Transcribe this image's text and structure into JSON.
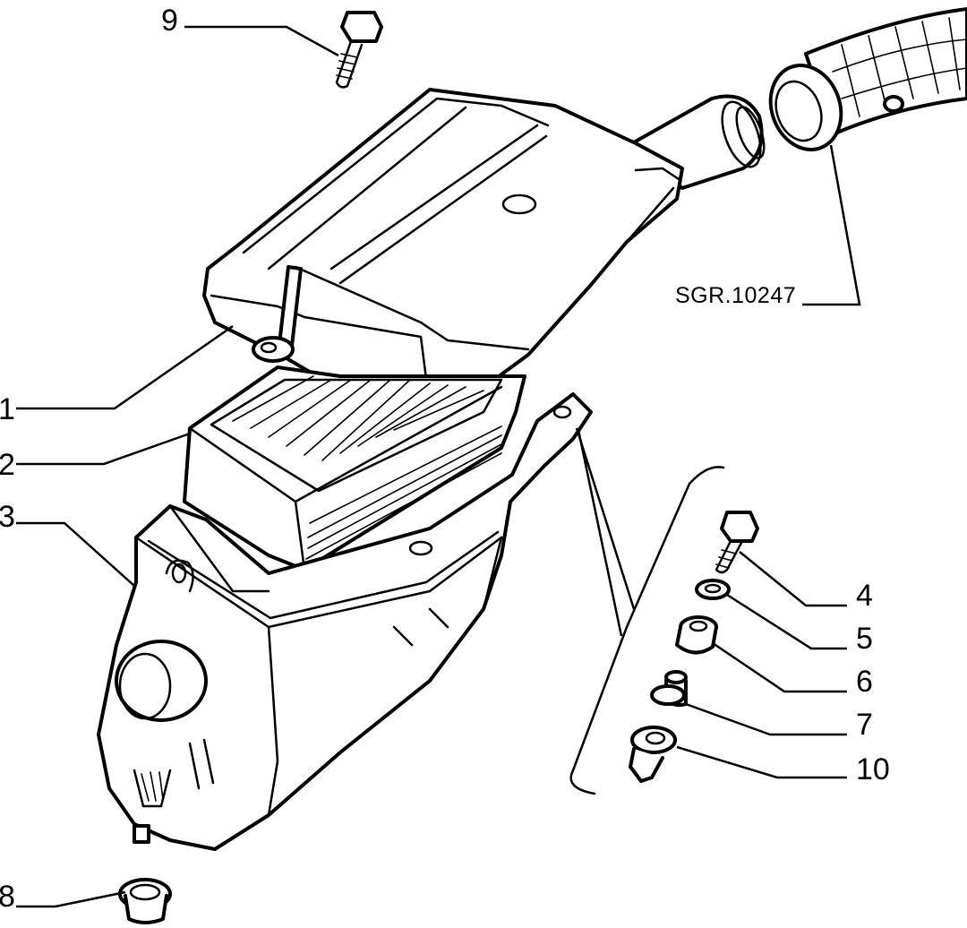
{
  "drawing": {
    "reference": "SGR.10247"
  },
  "callouts": [
    {
      "id": "1",
      "label": "1"
    },
    {
      "id": "2",
      "label": "2"
    },
    {
      "id": "3",
      "label": "3"
    },
    {
      "id": "4",
      "label": "4"
    },
    {
      "id": "5",
      "label": "5"
    },
    {
      "id": "6",
      "label": "6"
    },
    {
      "id": "7",
      "label": "7"
    },
    {
      "id": "8",
      "label": "8"
    },
    {
      "id": "9",
      "label": "9"
    },
    {
      "id": "10",
      "label": "10"
    }
  ]
}
